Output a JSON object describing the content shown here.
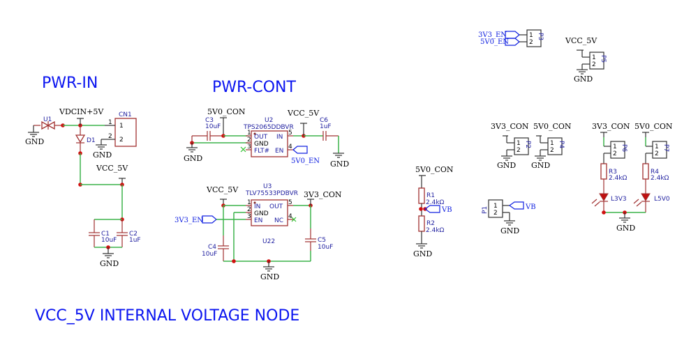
{
  "sections": {
    "pwr_in": "PWR-IN",
    "pwr_cont": "PWR-CONT",
    "footer": "VCC_5V INTERNAL VOLTAGE NODE"
  },
  "nets": {
    "vdcin": "VDCIN+5V",
    "vcc5v": "VCC_5V",
    "v5v0con": "5V0_CON",
    "v3v3con": "3V3_CON",
    "gnd": "GND",
    "v5v0en": "5V0_EN",
    "v3v3en": "3V3_EN",
    "vb": "VB"
  },
  "components": {
    "u1": {
      "ref": "U1"
    },
    "d1": {
      "ref": "D1"
    },
    "cn1": {
      "ref": "CN1",
      "pins": [
        "1",
        "2"
      ]
    },
    "c1": {
      "ref": "C1",
      "value": "10uF"
    },
    "c2": {
      "ref": "C2",
      "value": "1uF"
    },
    "c3": {
      "ref": "C3",
      "value": "10uF"
    },
    "c4": {
      "ref": "C4",
      "value": "10uF"
    },
    "c5": {
      "ref": "C5",
      "value": "10uF"
    },
    "c6": {
      "ref": "C6",
      "value": "1uF"
    },
    "u2": {
      "ref": "U2",
      "value": "TPS2065DDBVR",
      "pins": {
        "out": "OUT",
        "gnd": "GND",
        "flt": "FLT#",
        "in": "IN",
        "en": "EN"
      },
      "pin_numbers": {
        "out": "1",
        "gnd": "2",
        "flt": "3",
        "en": "4",
        "in": "5"
      }
    },
    "u3": {
      "ref": "U3",
      "value": "TLV75533PDBVR",
      "alt_ref": "U22",
      "pins": {
        "in": "IN",
        "gnd": "GND",
        "en": "EN",
        "out": "OUT",
        "nc": "NC"
      },
      "pin_numbers": {
        "in": "1",
        "gnd": "2",
        "en": "3",
        "nc": "4",
        "out": "5"
      }
    },
    "r1": {
      "ref": "R1",
      "value": "2.4kΩ"
    },
    "r2": {
      "ref": "R2",
      "value": "2.4kΩ"
    },
    "r3": {
      "ref": "R3",
      "value": "2.4kΩ"
    },
    "r4": {
      "ref": "R4",
      "value": "2.4kΩ"
    },
    "l3v3": {
      "ref": "L3V3"
    },
    "l5v0": {
      "ref": "L5V0"
    },
    "p1": {
      "ref": "P1",
      "pins": [
        "1",
        "2"
      ]
    },
    "p2": {
      "ref": "P2",
      "pins": [
        "1",
        "2"
      ]
    },
    "p3": {
      "ref": "P3",
      "pins": [
        "1",
        "2"
      ]
    },
    "p4": {
      "ref": "P4",
      "pins": [
        "1",
        "2"
      ]
    },
    "p5": {
      "ref": "P5",
      "pins": [
        "1",
        "2"
      ]
    },
    "p6": {
      "ref": "P6",
      "pins": [
        "1",
        "2"
      ]
    },
    "p7": {
      "ref": "P7",
      "pins": [
        "1",
        "2"
      ]
    }
  }
}
